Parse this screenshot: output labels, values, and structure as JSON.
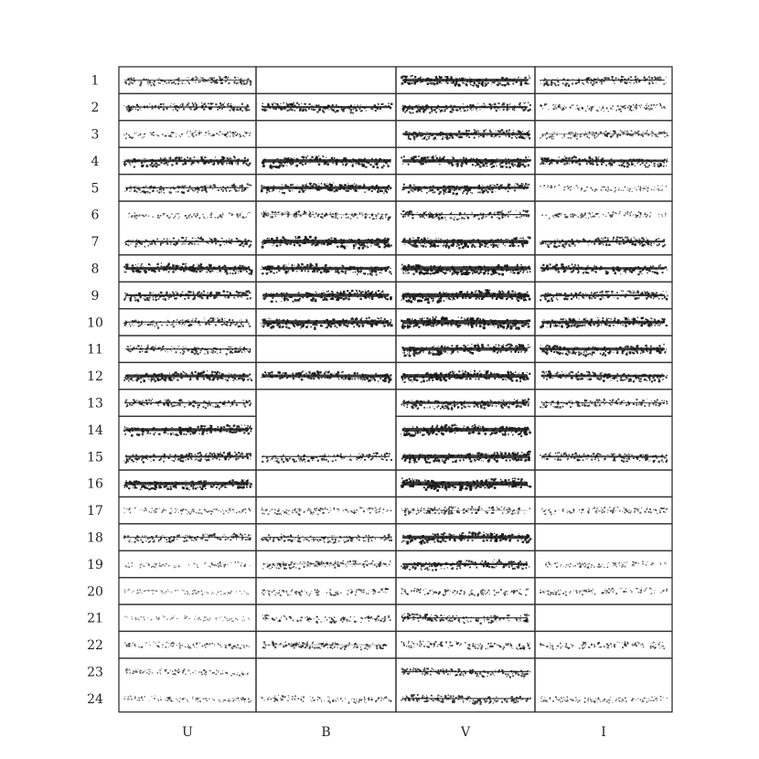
{
  "chart_data": {
    "type": "table",
    "title": "",
    "xlabel": "",
    "ylabel": "",
    "bands": [
      "U",
      "B",
      "V",
      "I"
    ],
    "rows": [
      "1",
      "2",
      "3",
      "4",
      "5",
      "6",
      "7",
      "8",
      "9",
      "10",
      "11",
      "12",
      "13",
      "14",
      "15",
      "16",
      "17",
      "18",
      "19",
      "20",
      "21",
      "22",
      "23",
      "24"
    ],
    "panels": [
      {
        "band": "U",
        "row_start": 1,
        "row_end": 1,
        "traces": [
          {
            "row": 1,
            "density": 0.55
          }
        ]
      },
      {
        "band": "U",
        "row_start": 2,
        "row_end": 2,
        "traces": [
          {
            "row": 2,
            "density": 0.6
          }
        ]
      },
      {
        "band": "U",
        "row_start": 3,
        "row_end": 3,
        "traces": [
          {
            "row": 3,
            "density": 0.35
          }
        ]
      },
      {
        "band": "U",
        "row_start": 4,
        "row_end": 4,
        "traces": [
          {
            "row": 4,
            "density": 0.75
          }
        ]
      },
      {
        "band": "U",
        "row_start": 5,
        "row_end": 5,
        "traces": [
          {
            "row": 5,
            "density": 0.6
          }
        ]
      },
      {
        "band": "U",
        "row_start": 6,
        "row_end": 7,
        "traces": [
          {
            "row": 6,
            "density": 0.3
          },
          {
            "row": 7,
            "density": 0.65
          }
        ]
      },
      {
        "band": "U",
        "row_start": 8,
        "row_end": 8,
        "traces": [
          {
            "row": 8,
            "density": 0.8
          }
        ]
      },
      {
        "band": "U",
        "row_start": 9,
        "row_end": 9,
        "traces": [
          {
            "row": 9,
            "density": 0.7
          }
        ]
      },
      {
        "band": "U",
        "row_start": 10,
        "row_end": 10,
        "traces": [
          {
            "row": 10,
            "density": 0.6
          }
        ]
      },
      {
        "band": "U",
        "row_start": 11,
        "row_end": 11,
        "traces": [
          {
            "row": 11,
            "density": 0.6
          }
        ]
      },
      {
        "band": "U",
        "row_start": 12,
        "row_end": 12,
        "traces": [
          {
            "row": 12,
            "density": 0.8
          }
        ]
      },
      {
        "band": "U",
        "row_start": 13,
        "row_end": 13,
        "traces": [
          {
            "row": 13,
            "density": 0.6
          }
        ]
      },
      {
        "band": "U",
        "row_start": 14,
        "row_end": 15,
        "traces": [
          {
            "row": 14,
            "density": 0.8
          },
          {
            "row": 15,
            "density": 0.7
          }
        ]
      },
      {
        "band": "U",
        "row_start": 16,
        "row_end": 16,
        "traces": [
          {
            "row": 16,
            "density": 0.85
          }
        ]
      },
      {
        "band": "U",
        "row_start": 17,
        "row_end": 17,
        "traces": [
          {
            "row": 17,
            "density": 0.3
          }
        ]
      },
      {
        "band": "U",
        "row_start": 18,
        "row_end": 18,
        "traces": [
          {
            "row": 18,
            "density": 0.55
          }
        ]
      },
      {
        "band": "U",
        "row_start": 19,
        "row_end": 19,
        "traces": [
          {
            "row": 19,
            "density": 0.2
          }
        ]
      },
      {
        "band": "U",
        "row_start": 20,
        "row_end": 20,
        "traces": [
          {
            "row": 20,
            "density": 0.15
          }
        ]
      },
      {
        "band": "U",
        "row_start": 21,
        "row_end": 21,
        "traces": [
          {
            "row": 21,
            "density": 0.1
          }
        ]
      },
      {
        "band": "U",
        "row_start": 22,
        "row_end": 22,
        "traces": [
          {
            "row": 22,
            "density": 0.3
          }
        ]
      },
      {
        "band": "U",
        "row_start": 23,
        "row_end": 24,
        "traces": [
          {
            "row": 23,
            "density": 0.3
          },
          {
            "row": 24,
            "density": 0.25
          }
        ]
      },
      {
        "band": "B",
        "row_start": 1,
        "row_end": 1,
        "traces": []
      },
      {
        "band": "B",
        "row_start": 2,
        "row_end": 2,
        "traces": [
          {
            "row": 2,
            "density": 0.7
          }
        ]
      },
      {
        "band": "B",
        "row_start": 3,
        "row_end": 3,
        "traces": []
      },
      {
        "band": "B",
        "row_start": 4,
        "row_end": 4,
        "traces": [
          {
            "row": 4,
            "density": 0.85
          }
        ]
      },
      {
        "band": "B",
        "row_start": 5,
        "row_end": 5,
        "traces": [
          {
            "row": 5,
            "density": 0.8
          }
        ]
      },
      {
        "band": "B",
        "row_start": 6,
        "row_end": 7,
        "traces": [
          {
            "row": 6,
            "density": 0.5
          },
          {
            "row": 7,
            "density": 0.9
          }
        ]
      },
      {
        "band": "B",
        "row_start": 8,
        "row_end": 8,
        "traces": [
          {
            "row": 8,
            "density": 0.8
          }
        ]
      },
      {
        "band": "B",
        "row_start": 9,
        "row_end": 9,
        "traces": [
          {
            "row": 9,
            "density": 0.85
          }
        ]
      },
      {
        "band": "B",
        "row_start": 10,
        "row_end": 10,
        "traces": [
          {
            "row": 10,
            "density": 0.9
          }
        ]
      },
      {
        "band": "B",
        "row_start": 11,
        "row_end": 11,
        "traces": []
      },
      {
        "band": "B",
        "row_start": 12,
        "row_end": 12,
        "traces": [
          {
            "row": 12,
            "density": 0.8
          }
        ]
      },
      {
        "band": "B",
        "row_start": 13,
        "row_end": 15,
        "traces": [
          {
            "row": 15,
            "density": 0.6
          }
        ]
      },
      {
        "band": "B",
        "row_start": 16,
        "row_end": 16,
        "traces": []
      },
      {
        "band": "B",
        "row_start": 17,
        "row_end": 17,
        "traces": [
          {
            "row": 17,
            "density": 0.4
          }
        ]
      },
      {
        "band": "B",
        "row_start": 18,
        "row_end": 18,
        "traces": [
          {
            "row": 18,
            "density": 0.55
          }
        ]
      },
      {
        "band": "B",
        "row_start": 19,
        "row_end": 19,
        "traces": [
          {
            "row": 19,
            "density": 0.5
          }
        ]
      },
      {
        "band": "B",
        "row_start": 20,
        "row_end": 20,
        "traces": [
          {
            "row": 20,
            "density": 0.35
          }
        ]
      },
      {
        "band": "B",
        "row_start": 21,
        "row_end": 21,
        "traces": [
          {
            "row": 21,
            "density": 0.45
          }
        ]
      },
      {
        "band": "B",
        "row_start": 22,
        "row_end": 22,
        "traces": [
          {
            "row": 22,
            "density": 0.5
          }
        ]
      },
      {
        "band": "B",
        "row_start": 23,
        "row_end": 24,
        "traces": [
          {
            "row": 24,
            "density": 0.35
          }
        ]
      },
      {
        "band": "V",
        "row_start": 1,
        "row_end": 1,
        "traces": [
          {
            "row": 1,
            "density": 0.8
          }
        ]
      },
      {
        "band": "V",
        "row_start": 2,
        "row_end": 2,
        "traces": [
          {
            "row": 2,
            "density": 0.7
          }
        ]
      },
      {
        "band": "V",
        "row_start": 3,
        "row_end": 3,
        "traces": [
          {
            "row": 3,
            "density": 0.75
          }
        ]
      },
      {
        "band": "V",
        "row_start": 4,
        "row_end": 4,
        "traces": [
          {
            "row": 4,
            "density": 0.85
          }
        ]
      },
      {
        "band": "V",
        "row_start": 5,
        "row_end": 5,
        "traces": [
          {
            "row": 5,
            "density": 0.75
          }
        ]
      },
      {
        "band": "V",
        "row_start": 6,
        "row_end": 7,
        "traces": [
          {
            "row": 6,
            "density": 0.6
          },
          {
            "row": 7,
            "density": 0.85
          }
        ]
      },
      {
        "band": "V",
        "row_start": 8,
        "row_end": 8,
        "traces": [
          {
            "row": 8,
            "density": 0.95
          }
        ]
      },
      {
        "band": "V",
        "row_start": 9,
        "row_end": 9,
        "traces": [
          {
            "row": 9,
            "density": 0.95
          }
        ]
      },
      {
        "band": "V",
        "row_start": 10,
        "row_end": 10,
        "traces": [
          {
            "row": 10,
            "density": 0.95
          }
        ]
      },
      {
        "band": "V",
        "row_start": 11,
        "row_end": 11,
        "traces": [
          {
            "row": 11,
            "density": 0.85
          }
        ]
      },
      {
        "band": "V",
        "row_start": 12,
        "row_end": 12,
        "traces": [
          {
            "row": 12,
            "density": 0.9
          }
        ]
      },
      {
        "band": "V",
        "row_start": 13,
        "row_end": 13,
        "traces": [
          {
            "row": 13,
            "density": 0.75
          }
        ]
      },
      {
        "band": "V",
        "row_start": 14,
        "row_end": 15,
        "traces": [
          {
            "row": 14,
            "density": 0.9
          },
          {
            "row": 15,
            "density": 0.9
          }
        ]
      },
      {
        "band": "V",
        "row_start": 16,
        "row_end": 16,
        "traces": [
          {
            "row": 16,
            "density": 0.95
          }
        ]
      },
      {
        "band": "V",
        "row_start": 17,
        "row_end": 17,
        "traces": [
          {
            "row": 17,
            "density": 0.5
          }
        ]
      },
      {
        "band": "V",
        "row_start": 18,
        "row_end": 18,
        "traces": [
          {
            "row": 18,
            "density": 0.85
          }
        ]
      },
      {
        "band": "V",
        "row_start": 19,
        "row_end": 19,
        "traces": [
          {
            "row": 19,
            "density": 0.7
          }
        ]
      },
      {
        "band": "V",
        "row_start": 20,
        "row_end": 20,
        "traces": [
          {
            "row": 20,
            "density": 0.4
          }
        ]
      },
      {
        "band": "V",
        "row_start": 21,
        "row_end": 21,
        "traces": [
          {
            "row": 21,
            "density": 0.6
          }
        ]
      },
      {
        "band": "V",
        "row_start": 22,
        "row_end": 22,
        "traces": [
          {
            "row": 22,
            "density": 0.45
          }
        ]
      },
      {
        "band": "V",
        "row_start": 23,
        "row_end": 24,
        "traces": [
          {
            "row": 23,
            "density": 0.6
          },
          {
            "row": 24,
            "density": 0.6
          }
        ]
      },
      {
        "band": "I",
        "row_start": 1,
        "row_end": 1,
        "traces": [
          {
            "row": 1,
            "density": 0.6
          }
        ]
      },
      {
        "band": "I",
        "row_start": 2,
        "row_end": 2,
        "traces": [
          {
            "row": 2,
            "density": 0.4
          }
        ]
      },
      {
        "band": "I",
        "row_start": 3,
        "row_end": 3,
        "traces": [
          {
            "row": 3,
            "density": 0.5
          }
        ]
      },
      {
        "band": "I",
        "row_start": 4,
        "row_end": 4,
        "traces": [
          {
            "row": 4,
            "density": 0.75
          }
        ]
      },
      {
        "band": "I",
        "row_start": 5,
        "row_end": 5,
        "traces": [
          {
            "row": 5,
            "density": 0.25
          }
        ]
      },
      {
        "band": "I",
        "row_start": 6,
        "row_end": 7,
        "traces": [
          {
            "row": 6,
            "density": 0.35
          },
          {
            "row": 7,
            "density": 0.7
          }
        ]
      },
      {
        "band": "I",
        "row_start": 8,
        "row_end": 8,
        "traces": [
          {
            "row": 8,
            "density": 0.75
          }
        ]
      },
      {
        "band": "I",
        "row_start": 9,
        "row_end": 9,
        "traces": [
          {
            "row": 9,
            "density": 0.7
          }
        ]
      },
      {
        "band": "I",
        "row_start": 10,
        "row_end": 10,
        "traces": [
          {
            "row": 10,
            "density": 0.8
          }
        ]
      },
      {
        "band": "I",
        "row_start": 11,
        "row_end": 11,
        "traces": [
          {
            "row": 11,
            "density": 0.8
          }
        ]
      },
      {
        "band": "I",
        "row_start": 12,
        "row_end": 12,
        "traces": [
          {
            "row": 12,
            "density": 0.75
          }
        ]
      },
      {
        "band": "I",
        "row_start": 13,
        "row_end": 13,
        "traces": [
          {
            "row": 13,
            "density": 0.55
          }
        ]
      },
      {
        "band": "I",
        "row_start": 14,
        "row_end": 15,
        "traces": [
          {
            "row": 15,
            "density": 0.65
          }
        ]
      },
      {
        "band": "I",
        "row_start": 16,
        "row_end": 16,
        "traces": []
      },
      {
        "band": "I",
        "row_start": 17,
        "row_end": 17,
        "traces": [
          {
            "row": 17,
            "density": 0.35
          }
        ]
      },
      {
        "band": "I",
        "row_start": 18,
        "row_end": 18,
        "traces": []
      },
      {
        "band": "I",
        "row_start": 19,
        "row_end": 19,
        "traces": [
          {
            "row": 19,
            "density": 0.25
          }
        ]
      },
      {
        "band": "I",
        "row_start": 20,
        "row_end": 20,
        "traces": [
          {
            "row": 20,
            "density": 0.3
          }
        ]
      },
      {
        "band": "I",
        "row_start": 21,
        "row_end": 21,
        "traces": []
      },
      {
        "band": "I",
        "row_start": 22,
        "row_end": 22,
        "traces": [
          {
            "row": 22,
            "density": 0.4
          }
        ]
      },
      {
        "band": "I",
        "row_start": 23,
        "row_end": 24,
        "traces": [
          {
            "row": 24,
            "density": 0.3
          }
        ]
      }
    ]
  },
  "colors": {
    "ink": "#1a1a1a",
    "frame": "#333333",
    "background": "#ffffff"
  }
}
